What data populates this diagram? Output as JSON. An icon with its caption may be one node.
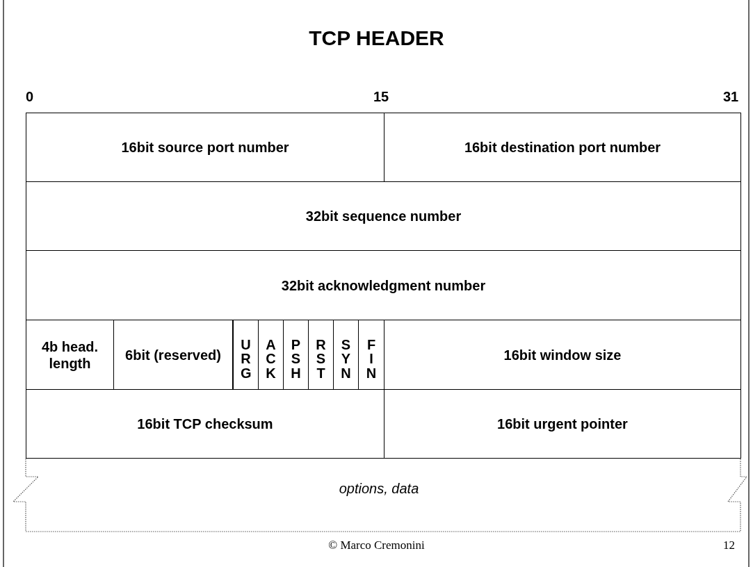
{
  "diagram": {
    "title": "TCP HEADER",
    "nodes": [
      {
        "text": [
          "16bit source port number"
        ]
      },
      {
        "text": [
          "16bit destination port number"
        ]
      },
      {
        "text": [
          "32bit sequence number"
        ]
      },
      {
        "text": [
          "32bit acknowledgment number"
        ]
      },
      {
        "text": [
          "4b head. length"
        ]
      },
      {
        "text": [
          "6bit (reserved)"
        ]
      },
      {
        "text": [
          "URG"
        ]
      },
      {
        "text": [
          "ACK"
        ]
      },
      {
        "text": [
          "PSH"
        ]
      },
      {
        "text": [
          "RST"
        ]
      },
      {
        "text": [
          "SYN"
        ]
      },
      {
        "text": [
          "FIN"
        ]
      },
      {
        "text": [
          "16bit window size"
        ]
      },
      {
        "text": [
          "16bit TCP checksum"
        ]
      },
      {
        "text": [
          "16bit urgent pointer"
        ]
      },
      {
        "text": [
          "options, data"
        ]
      }
    ],
    "edges": [],
    "labels": [
      "0",
      "15",
      "31",
      "© Marco Cremonini",
      "12"
    ]
  }
}
